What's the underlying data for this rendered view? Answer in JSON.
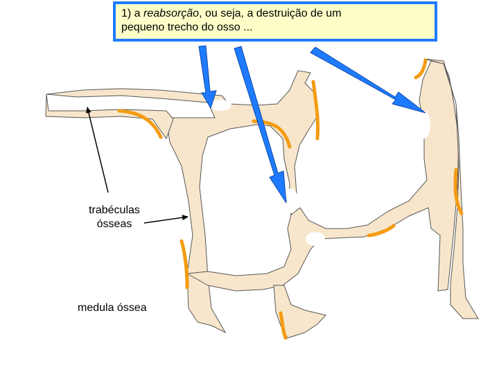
{
  "caption": {
    "prefix": "1) a ",
    "emphasis": "reabsorção",
    "suffix_line1": ", ou seja, a destruição de um",
    "line2": "pequeno trecho do osso ..."
  },
  "labels": {
    "trabeculas_line1": "trabéculas",
    "trabeculas_line2": "ósseas",
    "medula": "medula óssea"
  },
  "colors": {
    "bone": "#f8e6cc",
    "bone_outline": "#555555",
    "osteoid_seams": "#f39c12",
    "arrows": "#1e7bff",
    "caption_border": "#1e7bff",
    "caption_background": "#fefec9"
  }
}
